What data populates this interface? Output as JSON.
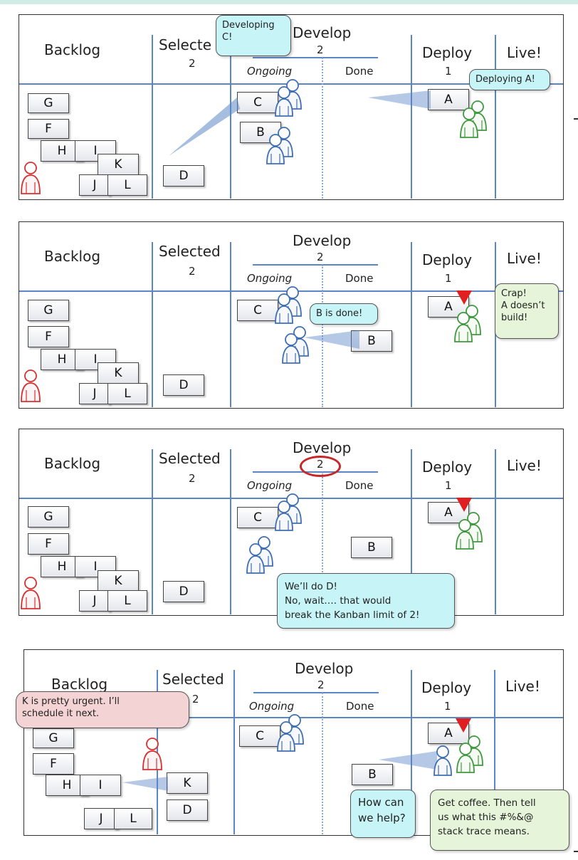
{
  "columns": {
    "backlog": "Backlog",
    "selected": "Selected",
    "selected_limit": "2",
    "develop": "Develop",
    "develop_limit": "2",
    "ongoing": "Ongoing",
    "done": "Done",
    "deploy": "Deploy",
    "deploy_limit": "1",
    "live": "Live!"
  },
  "panel1": {
    "selected_cut": "Selecte",
    "bubble_developing": "Developing\nC!",
    "bubble_deploying": "Deploying A!"
  },
  "panel2": {
    "bubble_b_done": "B is done!",
    "bubble_crap": "Crap!\nA doesn’t\nbuild!"
  },
  "panel3": {
    "bubble_wait": "We’ll do D!\nNo, wait…. that would\nbreak the Kanban limit of 2!"
  },
  "panel4": {
    "bubble_urgent": "K is pretty urgent. I’ll\nschedule it next.",
    "bubble_help": "How can\nwe help?",
    "bubble_coffee": "Get coffee. Then tell\nus what this #%&@\nstack trace means."
  },
  "cards": {
    "g": "G",
    "f": "F",
    "h": "H",
    "i": "I",
    "k": "K",
    "j": "J",
    "l": "L",
    "d": "D",
    "c": "C",
    "b": "B",
    "a": "A"
  },
  "colors": {
    "lines": "#5b86c5",
    "dev_figure": "#3f6fb5",
    "ops_figure": "#3f9a3f",
    "po_figure": "#d93030",
    "bubble_cyan": "#c7f4f7",
    "bubble_green": "#e6f5d9",
    "bubble_pink": "#f3d3d3",
    "alert": "#e02020"
  }
}
